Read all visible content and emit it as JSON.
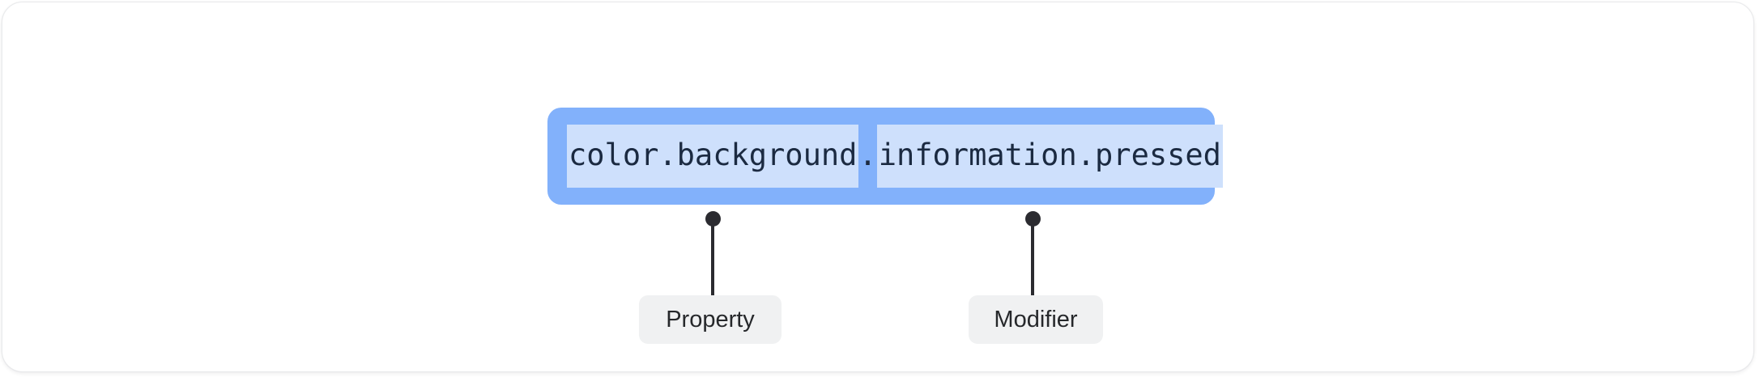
{
  "figure": {
    "kind": "annotated-design-token-diagram",
    "card_background": "#ffffff",
    "card_border_color": "#e9eaec"
  },
  "token": {
    "full_value": "color.background.information.pressed",
    "pill_color": "#82b1fb",
    "highlight_color": "#cee0fc",
    "text_color": "#1b2a41",
    "segments": [
      {
        "id": "property",
        "text": "color.background",
        "highlighted": true
      },
      {
        "id": "separator",
        "text": ".",
        "highlighted": false
      },
      {
        "id": "modifier",
        "text": "information.pressed",
        "highlighted": true
      }
    ]
  },
  "annotations": {
    "connector_color": "#2b2b30",
    "pill_background": "#f0f1f2",
    "pill_text_color": "#26282b",
    "items": [
      {
        "id": "property",
        "label": "Property"
      },
      {
        "id": "modifier",
        "label": "Modifier"
      }
    ]
  }
}
